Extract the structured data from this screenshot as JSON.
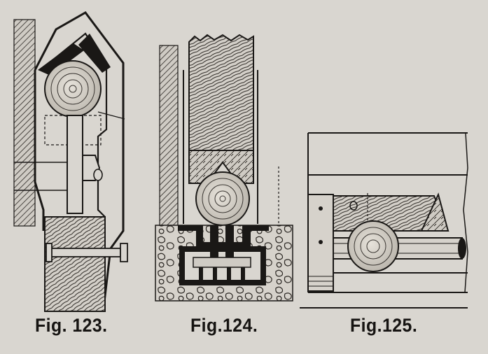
{
  "figures": [
    {
      "caption": "Fig. 123."
    },
    {
      "caption": "Fig.124."
    },
    {
      "caption": "Fig.125."
    }
  ],
  "colors": {
    "paper": "#d9d6d0",
    "ink": "#161412"
  }
}
